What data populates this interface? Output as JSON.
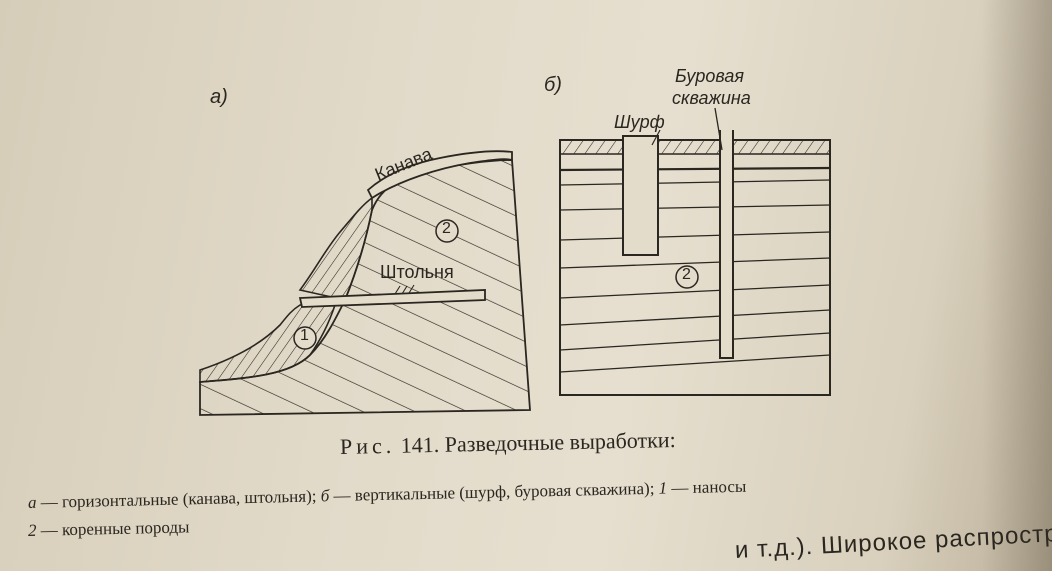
{
  "figure": {
    "panel_a_label": "а)",
    "panel_b_label": "б)",
    "kanava": "Канава",
    "shtolnya": "Штольня",
    "shurf": "Шурф",
    "burovaya_1": "Буровая",
    "burovaya_2": "скважина",
    "marker_1": "1",
    "marker_2": "2"
  },
  "caption": {
    "prefix": "Рис.",
    "title": "141. Разведочные выработки:",
    "line1_a": "а",
    "line1_text": " — горизонтальные (канава, штольня); ",
    "line1_b": "б",
    "line1_text2": " — вертикальные (шурф, буровая скважина); ",
    "line1_1": "1",
    "line1_text3": " — наносы",
    "line2_2": "2",
    "line2_text": " — коренные породы"
  },
  "body_text": "и т.д.). Широкое распростра-",
  "colors": {
    "paper": "#e2dac9",
    "ink": "#2a2620"
  }
}
